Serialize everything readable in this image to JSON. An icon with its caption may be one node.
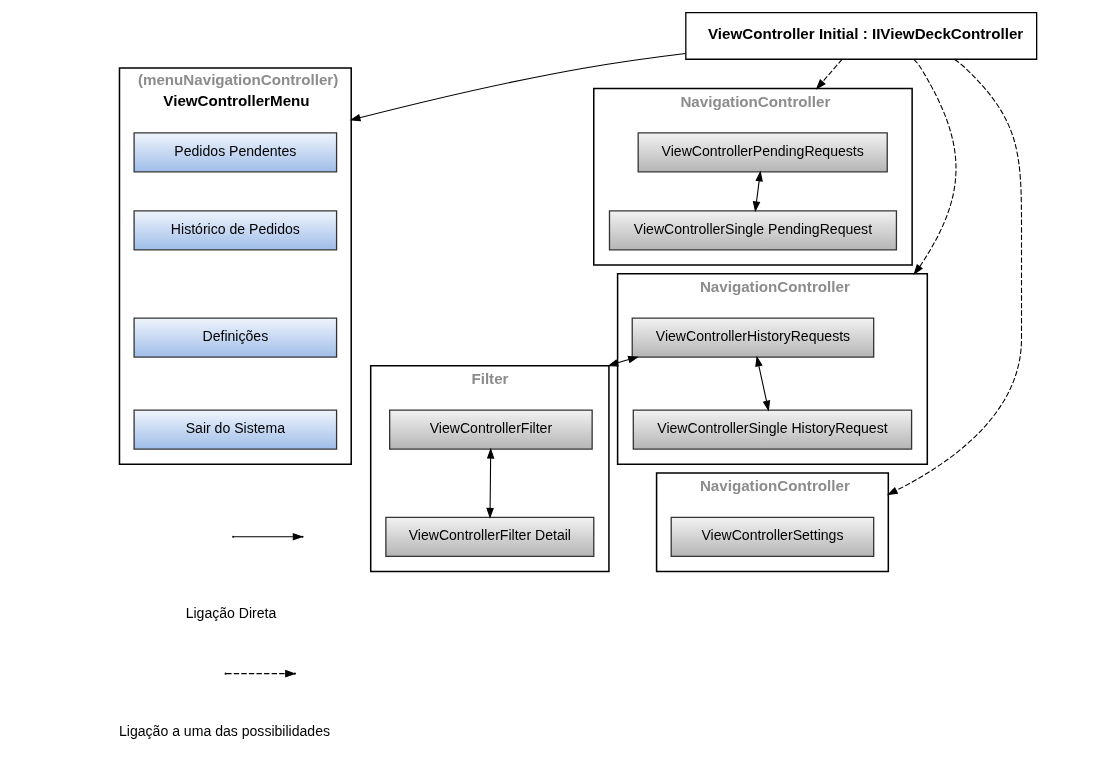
{
  "diagram": {
    "nodes": [
      {
        "text": [
          "ViewController Initial : IIViewDeckController"
        ]
      },
      {
        "text": [
          "(menuNavigationController)",
          "ViewControllerMenu"
        ]
      },
      {
        "text": [
          "Pedidos Pendentes"
        ],
        "in": 1
      },
      {
        "text": [
          "Histórico de Pedidos"
        ],
        "in": 1
      },
      {
        "text": [
          "Definições"
        ],
        "in": 1
      },
      {
        "text": [
          "Sair do Sistema"
        ],
        "in": 1
      },
      {
        "text": [
          "NavigationController"
        ]
      },
      {
        "text": [
          "ViewControllerPendingRequests"
        ],
        "in": 6
      },
      {
        "text": [
          "ViewControllerSingle PendingRequest"
        ],
        "in": 6
      },
      {
        "text": [
          "NavigationController"
        ]
      },
      {
        "text": [
          "ViewControllerHistoryRequests"
        ],
        "in": 9
      },
      {
        "text": [
          "ViewControllerSingle HistoryRequest"
        ],
        "in": 9
      },
      {
        "text": [
          "Filter"
        ]
      },
      {
        "text": [
          "ViewControllerFilter"
        ],
        "in": 12
      },
      {
        "text": [
          "ViewControllerFilter Detail"
        ],
        "in": 12
      },
      {
        "text": [
          "NavigationController"
        ]
      },
      {
        "text": [
          "ViewControllerSettings"
        ],
        "in": 15
      }
    ],
    "edges": [
      {
        "from": 0,
        "to": 1,
        "arrow": "to"
      },
      {
        "from": 0,
        "to": 6,
        "arrow": "to",
        "style": "dashed"
      },
      {
        "from": 0,
        "to": 9,
        "arrow": "to",
        "style": "dashed"
      },
      {
        "from": 0,
        "to": 15,
        "arrow": "to",
        "style": "dashed"
      },
      {
        "from": 7,
        "to": 8,
        "arrow": "both"
      },
      {
        "from": 10,
        "to": 11,
        "arrow": "both"
      },
      {
        "from": 10,
        "to": 12,
        "arrow": "both"
      },
      {
        "from": 13,
        "to": 14,
        "arrow": "both"
      }
    ],
    "legend": [
      {
        "text": "Ligação Direta"
      },
      {
        "text": "Ligação a uma das possibilidades"
      }
    ]
  }
}
